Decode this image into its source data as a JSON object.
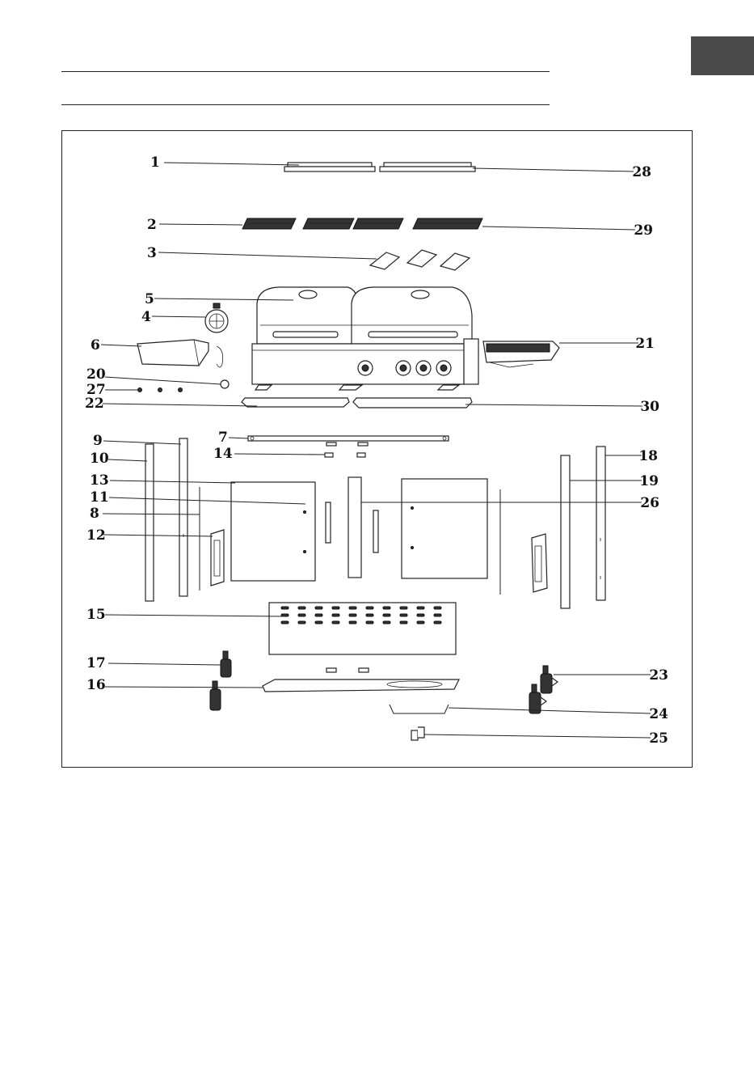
{
  "section_tab": {
    "color": "#4a4a4a"
  },
  "diagram": {
    "labels": [
      {
        "id": "1",
        "text": "1"
      },
      {
        "id": "2",
        "text": "2"
      },
      {
        "id": "3",
        "text": "3"
      },
      {
        "id": "4",
        "text": "4"
      },
      {
        "id": "5",
        "text": "5"
      },
      {
        "id": "6",
        "text": "6"
      },
      {
        "id": "7",
        "text": "7"
      },
      {
        "id": "8",
        "text": "8"
      },
      {
        "id": "9",
        "text": "9"
      },
      {
        "id": "10",
        "text": "10"
      },
      {
        "id": "11",
        "text": "11"
      },
      {
        "id": "12",
        "text": "12"
      },
      {
        "id": "13",
        "text": "13"
      },
      {
        "id": "14",
        "text": "14"
      },
      {
        "id": "15",
        "text": "15"
      },
      {
        "id": "16",
        "text": "16"
      },
      {
        "id": "17",
        "text": "17"
      },
      {
        "id": "18",
        "text": "18"
      },
      {
        "id": "19",
        "text": "19"
      },
      {
        "id": "20",
        "text": "20"
      },
      {
        "id": "21",
        "text": "21"
      },
      {
        "id": "22",
        "text": "22"
      },
      {
        "id": "23",
        "text": "23"
      },
      {
        "id": "24",
        "text": "24"
      },
      {
        "id": "25",
        "text": "25"
      },
      {
        "id": "26",
        "text": "26"
      },
      {
        "id": "27",
        "text": "27"
      },
      {
        "id": "28",
        "text": "28"
      },
      {
        "id": "29",
        "text": "29"
      },
      {
        "id": "30",
        "text": "30"
      }
    ]
  }
}
